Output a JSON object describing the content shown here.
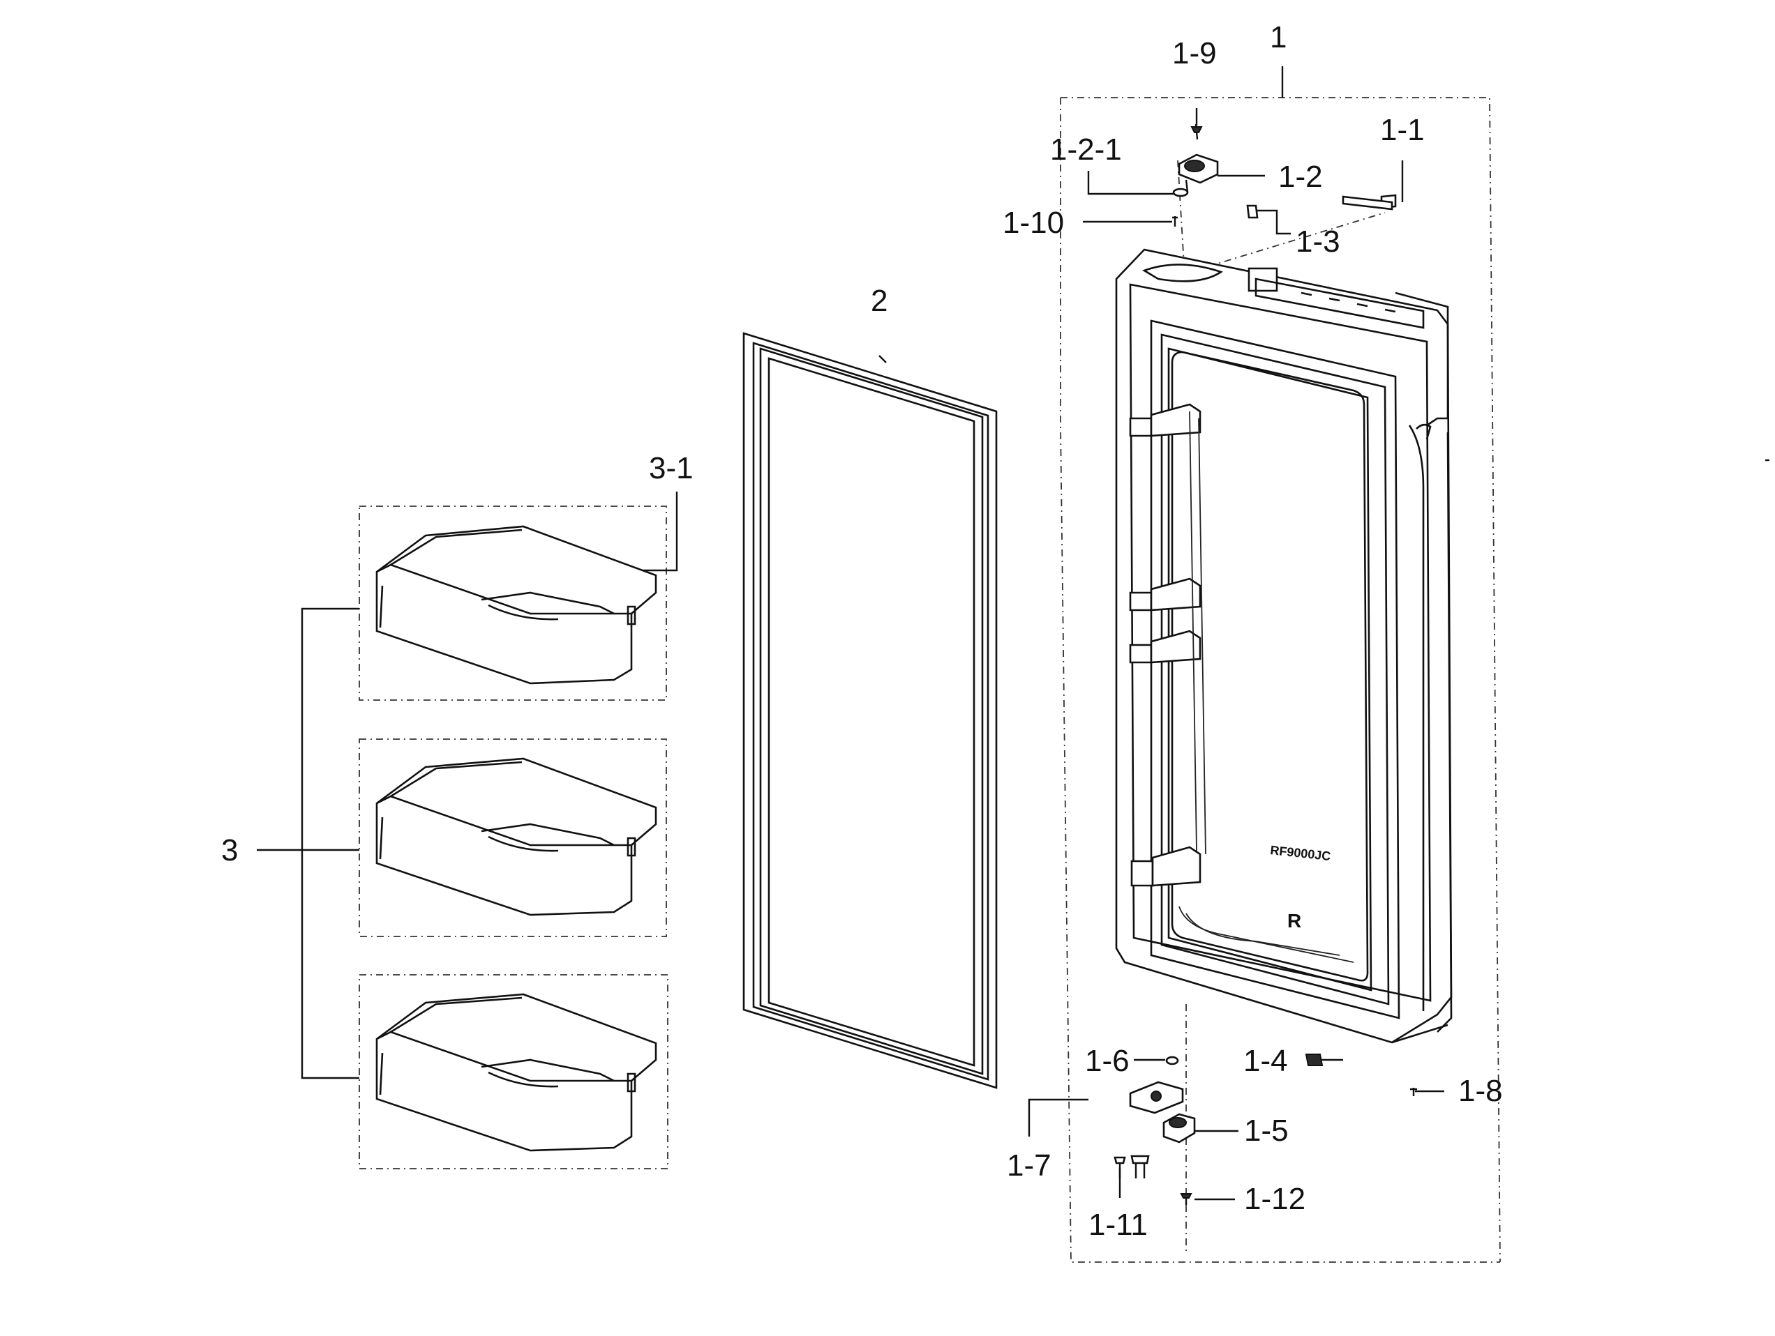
{
  "callouts": {
    "c1": "1",
    "c1_1": "1-1",
    "c1_2": "1-2",
    "c1_2_1": "1-2-1",
    "c1_3": "1-3",
    "c1_4": "1-4",
    "c1_5": "1-5",
    "c1_6": "1-6",
    "c1_7": "1-7",
    "c1_8": "1-8",
    "c1_9": "1-9",
    "c1_10": "1-10",
    "c1_11": "1-11",
    "c1_12": "1-12",
    "c2": "2",
    "c3": "3",
    "c3_1": "3-1"
  },
  "door_markings": {
    "model": "RF9000JC",
    "side": "R"
  }
}
